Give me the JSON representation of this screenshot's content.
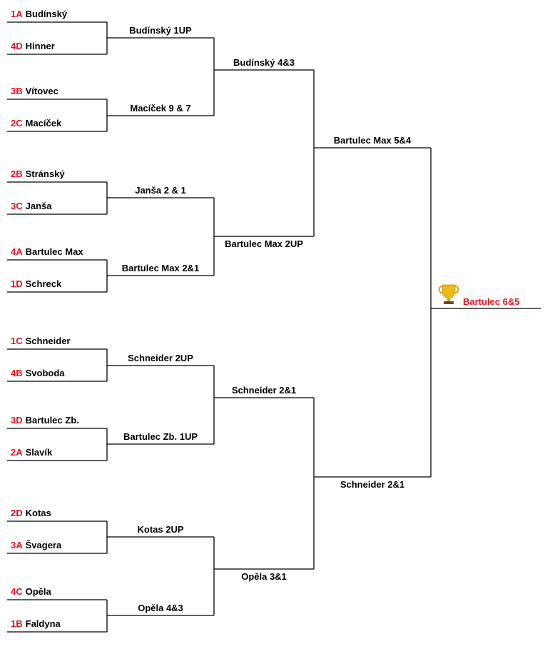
{
  "colors": {
    "seed": "#e8121b",
    "name": "#000000",
    "line": "#000000",
    "champion": "#e8121b",
    "trophy": "#f0b81a"
  },
  "round1": [
    {
      "seed": "1A",
      "name": "Budínský"
    },
    {
      "seed": "4D",
      "name": "Hinner"
    },
    {
      "seed": "3B",
      "name": "Vítovec"
    },
    {
      "seed": "2C",
      "name": "Macíček"
    },
    {
      "seed": "2B",
      "name": "Stránský"
    },
    {
      "seed": "3C",
      "name": "Janša"
    },
    {
      "seed": "4A",
      "name": "Bartulec Max"
    },
    {
      "seed": "1D",
      "name": "Schreck"
    },
    {
      "seed": "1C",
      "name": "Schneider"
    },
    {
      "seed": "4B",
      "name": "Svoboda"
    },
    {
      "seed": "3D",
      "name": "Bartulec Zb."
    },
    {
      "seed": "2A",
      "name": "Slavík"
    },
    {
      "seed": "2D",
      "name": "Kotas"
    },
    {
      "seed": "3A",
      "name": "Švagera"
    },
    {
      "seed": "4C",
      "name": "Opěla"
    },
    {
      "seed": "1B",
      "name": "Faldyna"
    }
  ],
  "round2": [
    "Budínský 1UP",
    "Macíček 9 & 7",
    "Janša 2 & 1",
    "Bartulec Max 2&1",
    "Schneider 2UP",
    "Bartulec Zb. 1UP",
    "Kotas 2UP",
    "Opěla 4&3"
  ],
  "round3": [
    "Budínský 4&3",
    "Bartulec Max 2UP",
    "Schneider 2&1",
    "Opěla 3&1"
  ],
  "round4": [
    "Bartulec Max 5&4",
    "Schneider 2&1"
  ],
  "champion": {
    "label": "Bartulec 6&5",
    "icon": "trophy-icon"
  }
}
